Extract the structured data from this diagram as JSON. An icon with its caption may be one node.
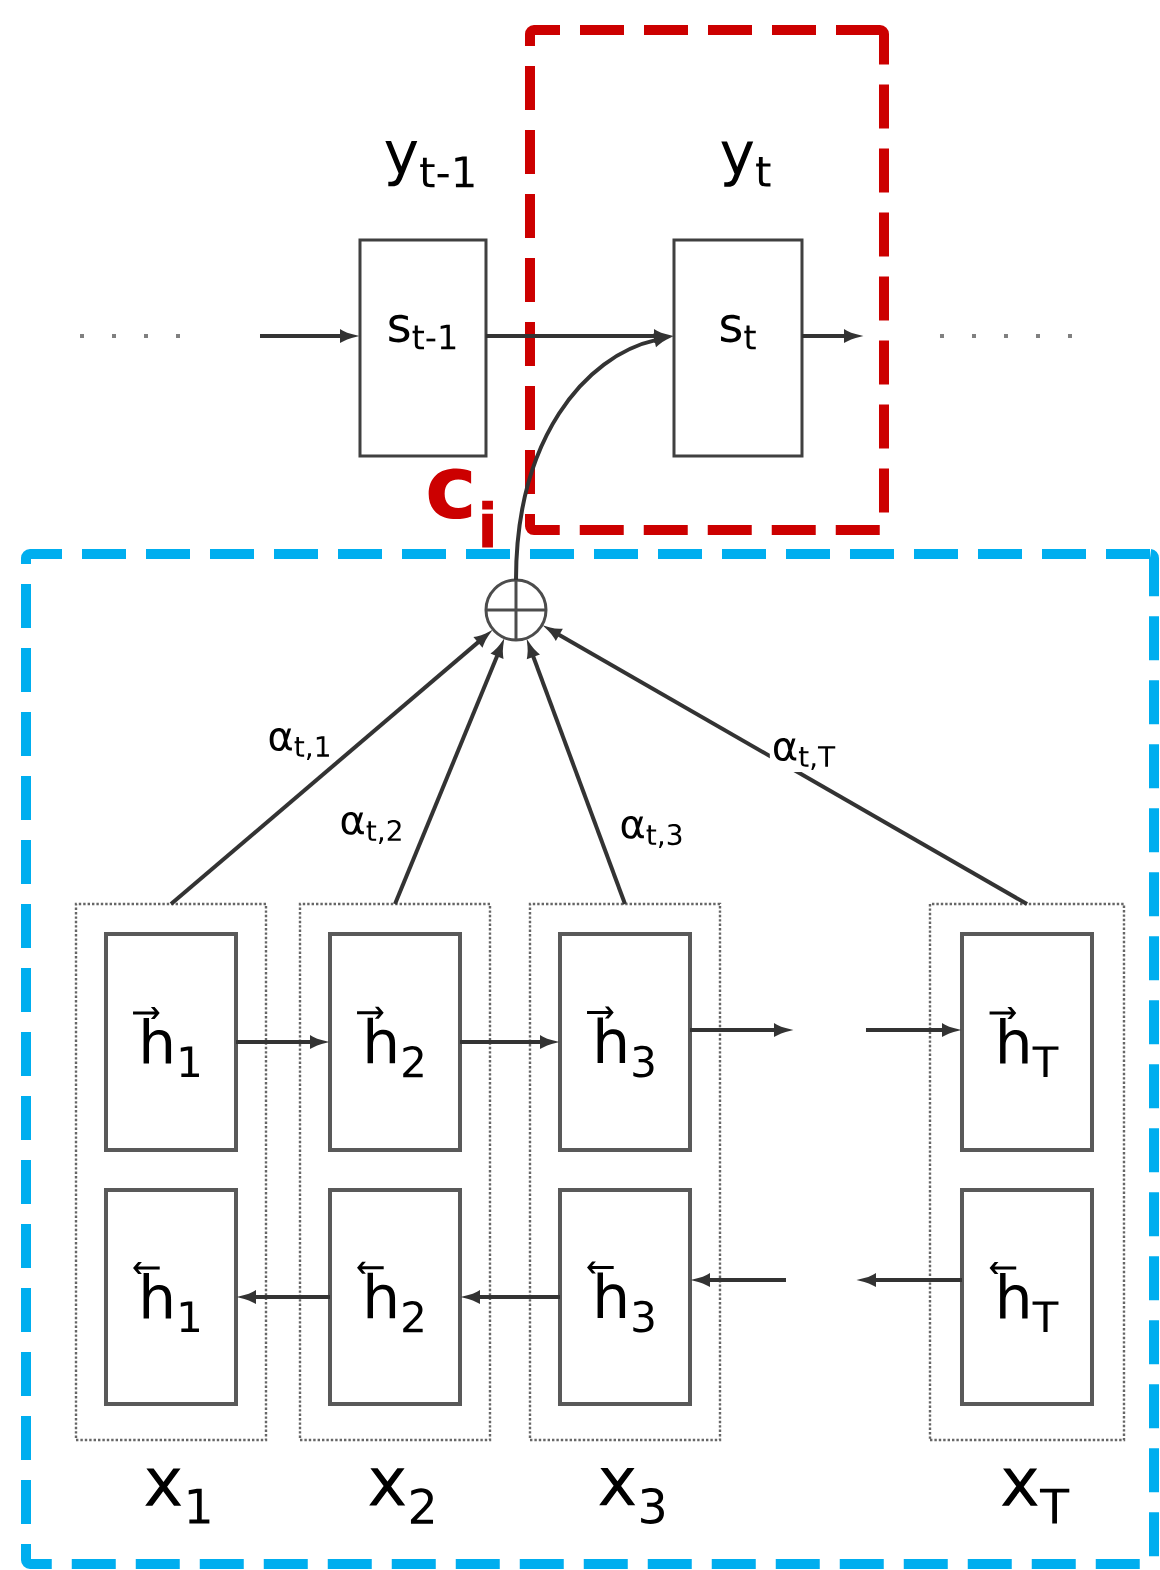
{
  "diagram": {
    "nodes": [
      {
        "text": [],
        "shape": "box"
      },
      {
        "text": [],
        "shape": "box"
      },
      {
        "text": [
          "y$_{t-1}$",
          "s$_{t-1}$"
        ]
      },
      {
        "text": [
          "y$_{t}$",
          "s$_{t}$"
        ],
        "in": 0
      },
      {
        "text": [],
        "shape": "circle",
        "in": 1
      },
      {
        "text": [
          "x$_{1}$"
        ],
        "in": 1
      },
      {
        "text": [
          "x$_{2}$"
        ],
        "in": 1
      },
      {
        "text": [
          "x$_{3}$"
        ],
        "in": 1
      },
      {
        "text": [
          "x$_{T}$"
        ],
        "in": 1
      },
      {
        "text": [
          "h⃗$_{1}$"
        ],
        "in": 5
      },
      {
        "text": [
          "h⃖$_{1}$"
        ],
        "in": 5
      },
      {
        "text": [
          "h⃗$_{2}$"
        ],
        "in": 6
      },
      {
        "text": [
          "h⃖$_{2}$"
        ],
        "in": 6
      },
      {
        "text": [
          "h⃗$_{3}$"
        ],
        "in": 7
      },
      {
        "text": [
          "h⃖$_{3}$"
        ],
        "in": 7
      },
      {
        "text": [
          "h⃗$_{T}$"
        ],
        "in": 8
      },
      {
        "text": [
          "h⃖$_{T}$"
        ],
        "in": 8
      }
    ],
    "edges": [
      {
        "from": null,
        "to": 2,
        "arrow": "to"
      },
      {
        "from": 2,
        "to": 3,
        "arrow": "to"
      },
      {
        "from": 3,
        "to": null,
        "arrow": "to"
      },
      {
        "from": 4,
        "to": 3,
        "arrow": "to",
        "label": "c$_{i}$"
      },
      {
        "from": 5,
        "to": 4,
        "arrow": "to",
        "label": "α$_{t,1}$"
      },
      {
        "from": 6,
        "to": 4,
        "arrow": "to",
        "label": "α$_{t,2}$"
      },
      {
        "from": 7,
        "to": 4,
        "arrow": "to",
        "label": "α$_{t,3}$"
      },
      {
        "from": 8,
        "to": 4,
        "arrow": "to",
        "label": "α$_{t,T}$"
      },
      {
        "from": 9,
        "to": 11,
        "arrow": "to"
      },
      {
        "from": 11,
        "to": 13,
        "arrow": "to"
      },
      {
        "from": 13,
        "to": null,
        "arrow": "to"
      },
      {
        "from": null,
        "to": 15,
        "arrow": "to"
      },
      {
        "from": 12,
        "to": 10,
        "arrow": "to"
      },
      {
        "from": 14,
        "to": 12,
        "arrow": "to"
      },
      {
        "from": null,
        "to": 14,
        "arrow": "to"
      },
      {
        "from": 16,
        "to": null,
        "arrow": "to"
      }
    ]
  }
}
